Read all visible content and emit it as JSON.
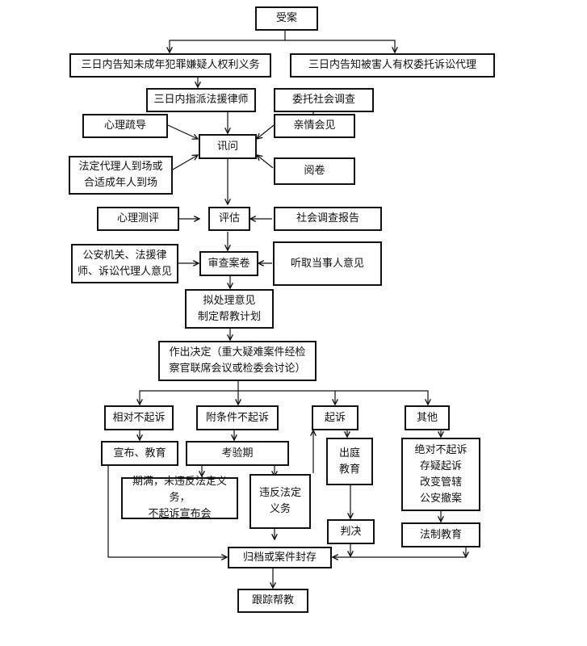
{
  "nodes": {
    "shouan": "受案",
    "inform_suspect": "三日内告知未成年犯罪嫌疑人权利义务",
    "inform_victim": "三日内告知被害人有权委托诉讼代理",
    "assign_lawyer": "三日内指派法援律师",
    "social_survey": "委托社会调查",
    "psych_counsel": "心理疏导",
    "family_visit": "亲情会见",
    "interrogation": "讯问",
    "guardian": "法定代理人到场或\n合适成年人到场",
    "read_file": "阅卷",
    "psych_test": "心理测评",
    "evaluation": "评估",
    "survey_report": "社会调查报告",
    "police_opinions": "公安机关、法援律\n师、诉讼代理人意见",
    "review": "审查案卷",
    "hear_parties": "听取当事人意见",
    "draft": "拟处理意见\n制定帮教计划",
    "decision": "作出决定（重大疑难案件经检\n察官联席会议或检委会讨论）",
    "rel_nonpros": "相对不起诉",
    "cond_nonpros": "附条件不起诉",
    "prosecute": "起诉",
    "other": "其他",
    "announce": "宣布、教育",
    "probation": "考验期",
    "court_edu": "出庭\n教育",
    "other_list": "绝对不起诉\n存疑起诉\n改变管辖\n公安撤案",
    "expiry": "期满，未违反法定义务，\n不起诉宣布会",
    "violation": "违反法定\n义务",
    "judgment": "判决",
    "legal_edu": "法制教育",
    "archive": "归档或案件封存",
    "followup": "跟踪帮教"
  }
}
